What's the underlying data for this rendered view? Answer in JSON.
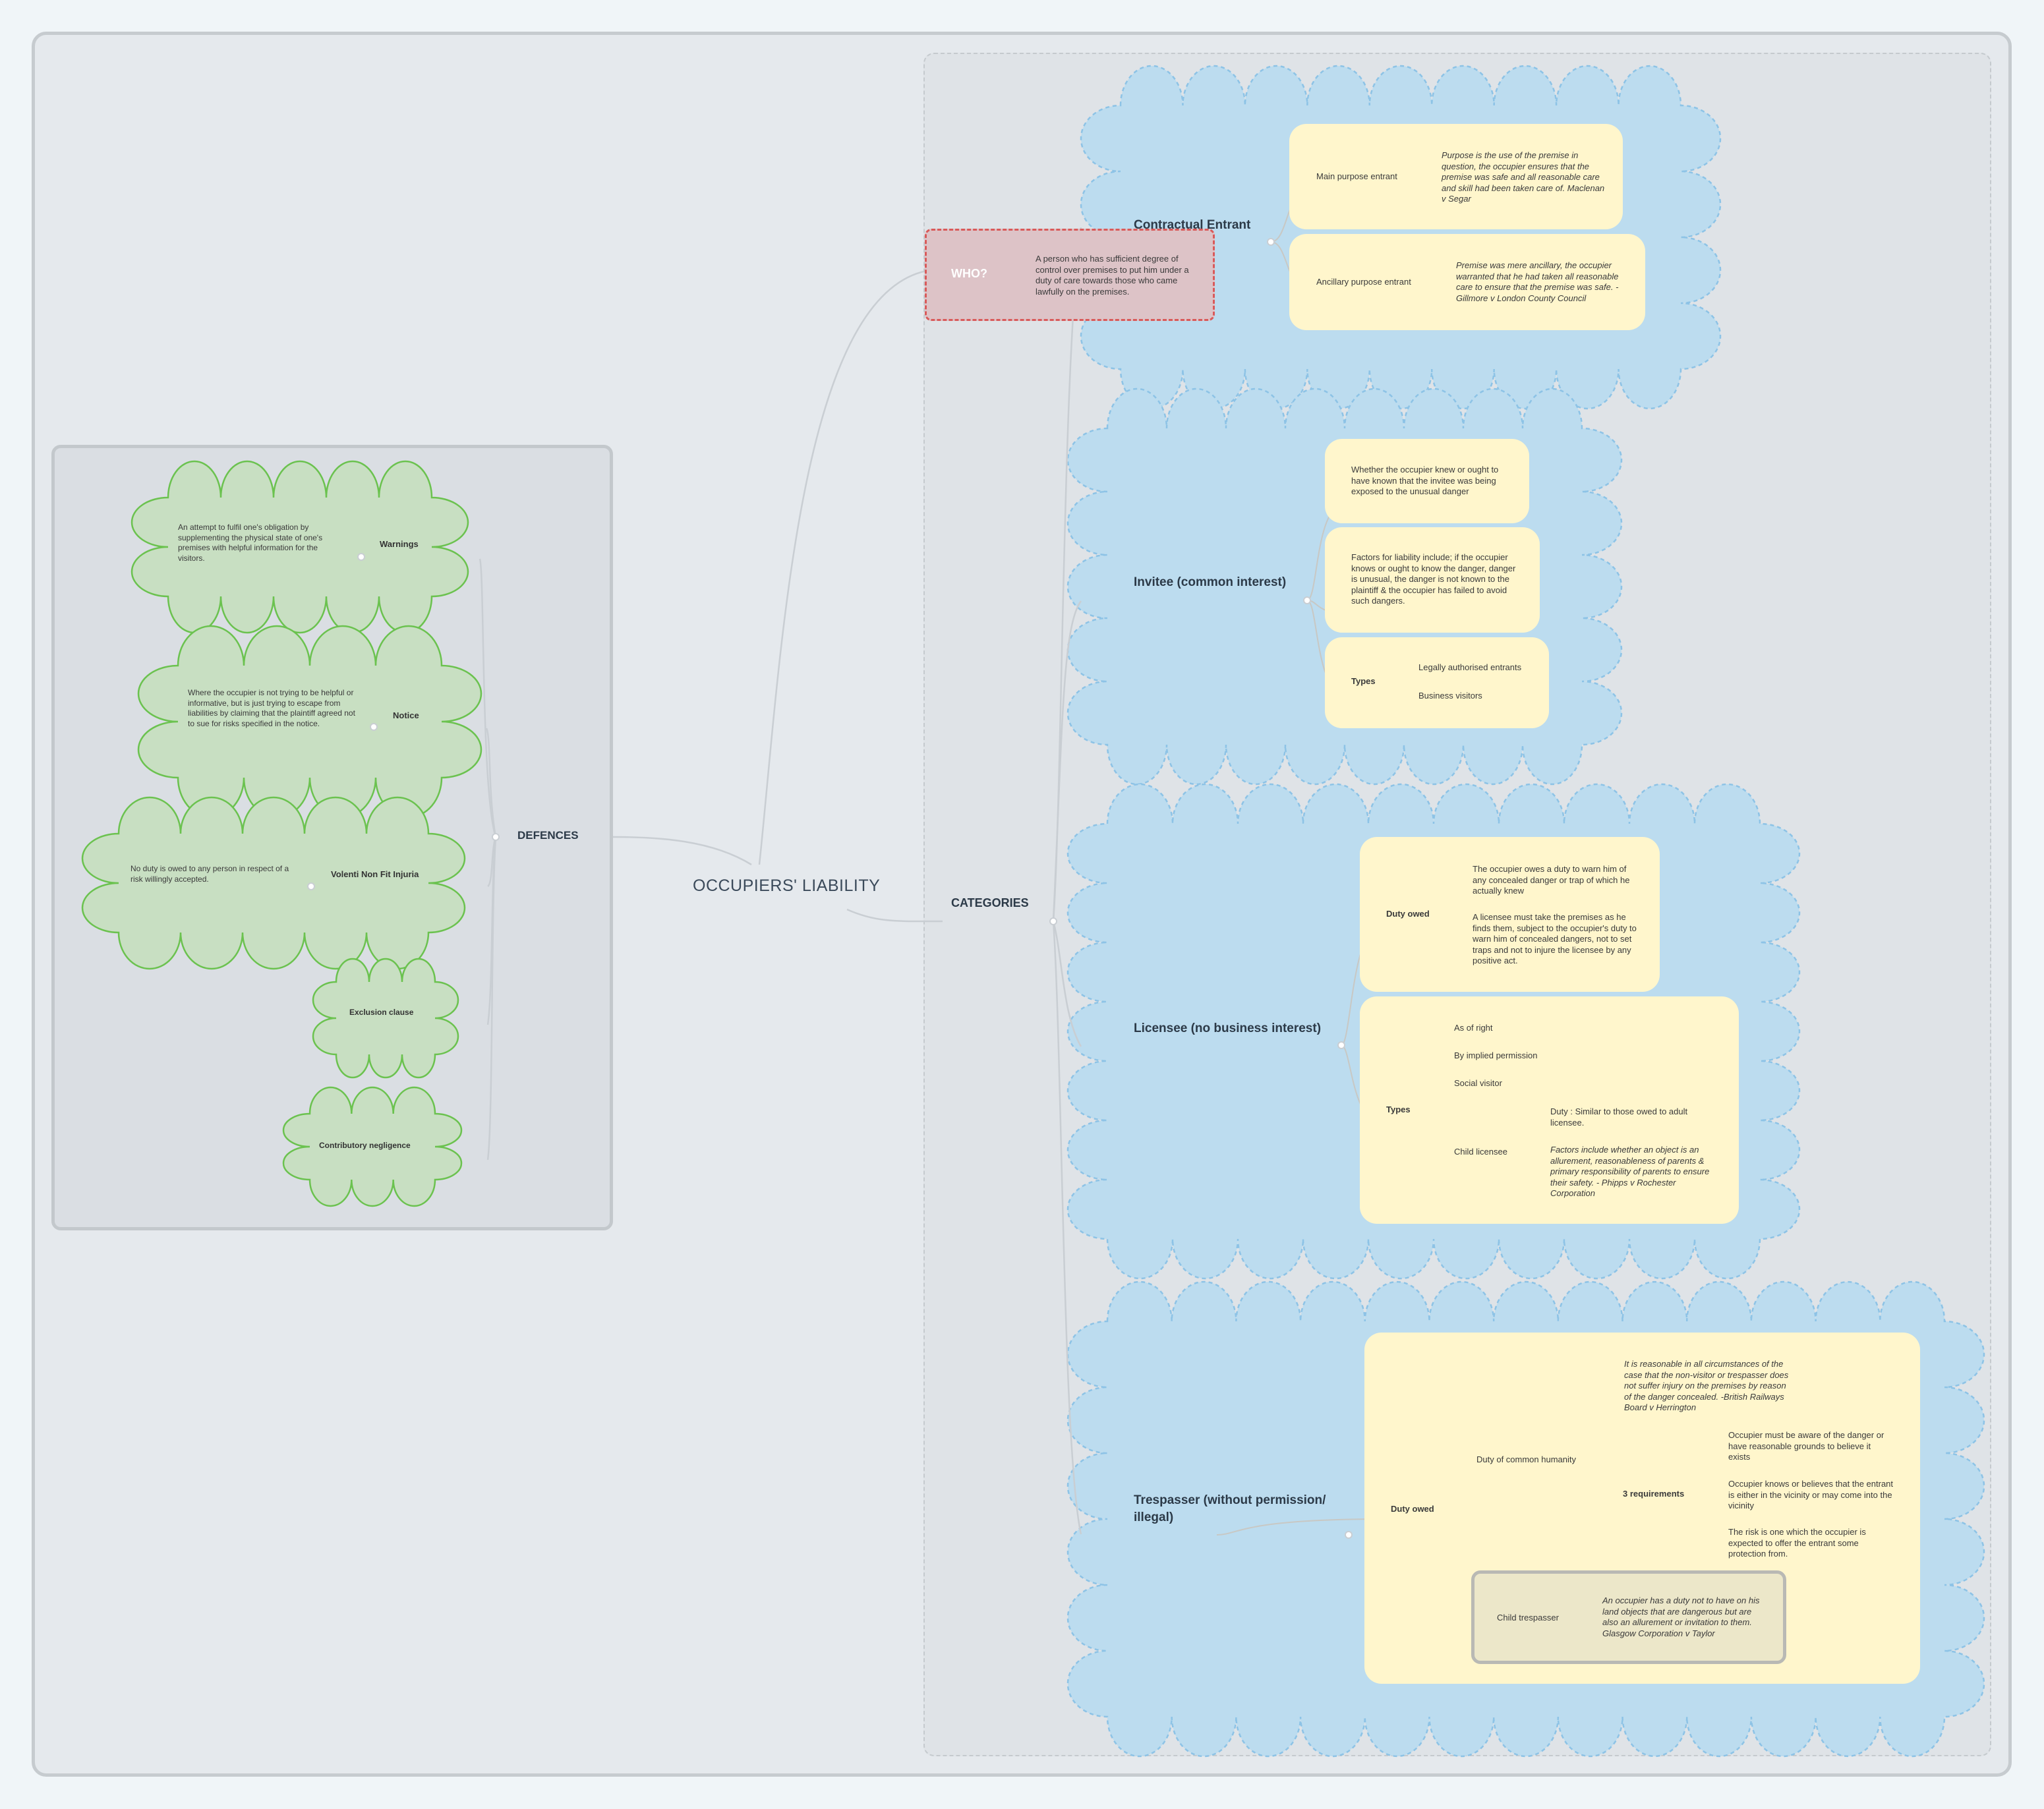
{
  "central": {
    "title": "OCCUPIERS' LIABILITY"
  },
  "defences": {
    "title": "DEFENCES",
    "items": [
      {
        "label": "Warnings",
        "desc": "An attempt to fulfil one's obligation by supplementing the physical state of one's premises with helpful information for the visitors."
      },
      {
        "label": "Notice",
        "desc": "Where the occupier is not trying to be helpful or informative, but is just trying to escape from liabilities by claiming that the plaintiff agreed not to sue for risks specified in the notice."
      },
      {
        "label": "Volenti Non Fit Injuria",
        "desc": "No duty is owed to any person in respect of a risk willingly accepted."
      },
      {
        "label": "Exclusion clause"
      },
      {
        "label": "Contributory negligence"
      }
    ]
  },
  "who": {
    "label": "WHO?",
    "desc": "A person who has sufficient degree of control over premises to put him under a duty of care towards those who came lawfully on the premises."
  },
  "categories": {
    "label": "CATEGORIES",
    "contractual": {
      "label": "Contractual Entrant",
      "main_label": "Main purpose entrant",
      "main_desc": "Purpose is the use of the premise in question, the occupier ensures that the premise was safe and all reasonable care and skill had been taken care of. Maclenan v Segar",
      "ancillary_label": "Ancillary purpose entrant",
      "ancillary_desc": "Premise was mere ancillary, the occupier warranted that he had taken all reasonable care to ensure that the premise was safe. -Gillmore v London County Council"
    },
    "invitee": {
      "label": "Invitee (common interest)",
      "item1": "Whether the occupier knew or ought to have known that the invitee was being exposed to the unusual danger",
      "item2": "Factors for liability include; if the occupier knows or ought to know the danger, danger is unusual, the danger is not known to the plaintiff & the occupier has failed to avoid such dangers.",
      "types_label": "Types",
      "types": [
        "Legally authorised entrants",
        "Business visitors"
      ]
    },
    "licensee": {
      "label": "Licensee (no business interest)",
      "duty_label": "Duty owed",
      "duty1": "The occupier owes a duty to warn him of any concealed danger or trap of which he actually knew",
      "duty2": "A licensee must take the premises as he finds them, subject to the occupier's duty to warn him of concealed dangers, not to set traps and not to injure the licensee by any positive act.",
      "types_label": "Types",
      "types": [
        "As of right",
        "By implied permission",
        "Social visitor",
        "Child licensee"
      ],
      "child_duty": "Duty : Similar to those owed to adult licensee.",
      "child_factors": "Factors include whether an object is an allurement, reasonableness of parents & primary responsibility of parents to ensure their safety. - Phipps v Rochester Corporation"
    },
    "trespasser": {
      "label": "Trespasser (without permission/ illegal)",
      "duty_label": "Duty owed",
      "humanity_label": "Duty of common humanity",
      "humanity_desc": "It is reasonable in all circumstances of the case that the non-visitor or trespasser does not suffer injury on the premises by reason of the danger concealed. -British Railways Board v Herrington",
      "req_label": "3 requirements",
      "req": [
        "Occupier must be aware of the danger or have reasonable grounds to believe it exists",
        "Occupier knows or believes that the entrant is either in the vicinity or may come into the vicinity",
        "The risk is one which the occupier is expected to offer the entrant some protection from."
      ],
      "child_label": "Child trespasser",
      "child_desc": "An occupier has a duty not to have on his land objects that are dangerous but are also an allurement or invitation to them. Glasgow Corporation v Taylor"
    }
  }
}
